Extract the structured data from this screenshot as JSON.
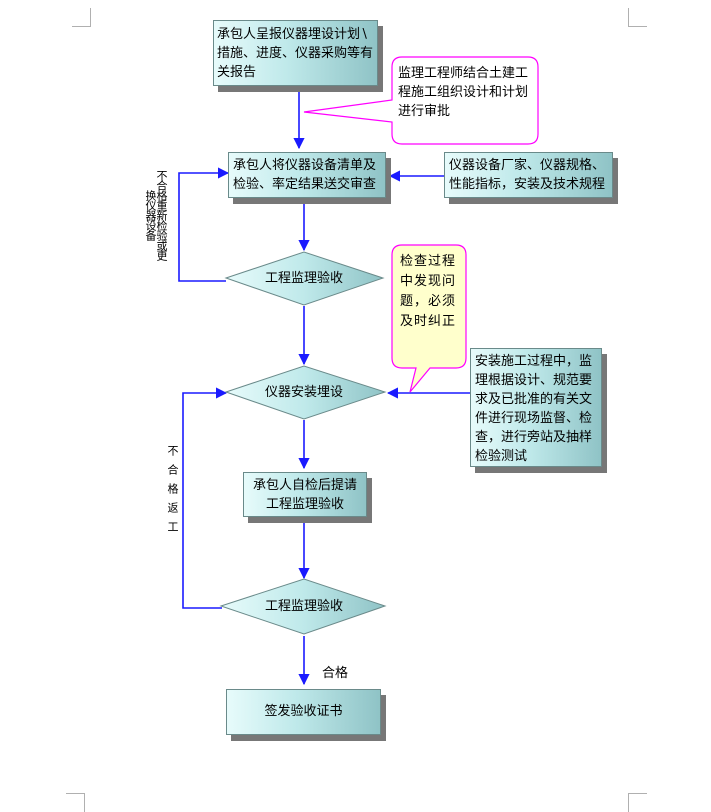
{
  "flowchart": {
    "step1": "承包人呈报仪器埋设计划∖措施、进度、仪器采购等有关报告",
    "note_review": "监理工程师结合土建工程施工组织设计和计划进行审批",
    "step2": "承包人将仪器设备清单及检验、率定结果送交审查",
    "input_specs": "仪器设备厂家、仪器规格、性能指标，安装及技术规程",
    "loop1_label": "不合格重新检验或更换仪器设备",
    "decision1": "工程监理验收",
    "note_correct": "检查过程中发现问题，必须及时纠正",
    "step3": "仪器安装埋设",
    "input_supervise": "安装施工过程中，监理根据设计、规范要求及已批准的有关文件进行现场监督、检查，进行旁站及抽样检验测试",
    "loop2_label": "不合格返工",
    "step4": "承包人自检后提请工程监理验收",
    "decision2": "工程监理验收",
    "pass_label": "合格",
    "final": "签发验收证书"
  },
  "colors": {
    "arrow": "#1a1aff",
    "callout_fill": "#ffffcc",
    "callout_stroke": "#ff00ff",
    "box_gradient": [
      "#e7fbfb",
      "#8fc3c6"
    ]
  }
}
